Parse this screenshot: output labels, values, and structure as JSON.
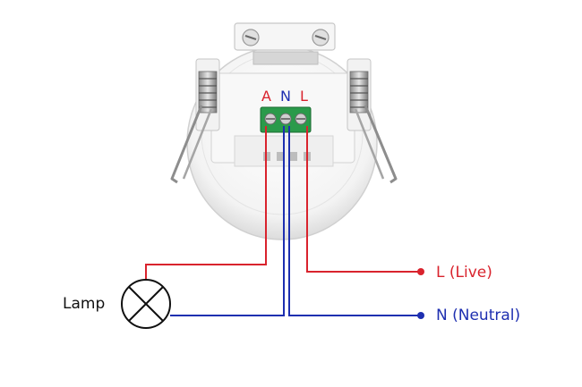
{
  "labels": {
    "lamp": "Lamp",
    "live": "L (Live)",
    "neutral": "N (Neutral)"
  },
  "terminals": {
    "a": "A",
    "n": "N",
    "l": "L"
  },
  "colors": {
    "live_wire": "#d9232d",
    "neutral_wire": "#1e2fb0",
    "terminal_block": "#2a9a4a",
    "label_text": "#111111"
  },
  "icons": {
    "lamp": "lamp-symbol-icon",
    "sensor": "motion-sensor-device-icon"
  }
}
